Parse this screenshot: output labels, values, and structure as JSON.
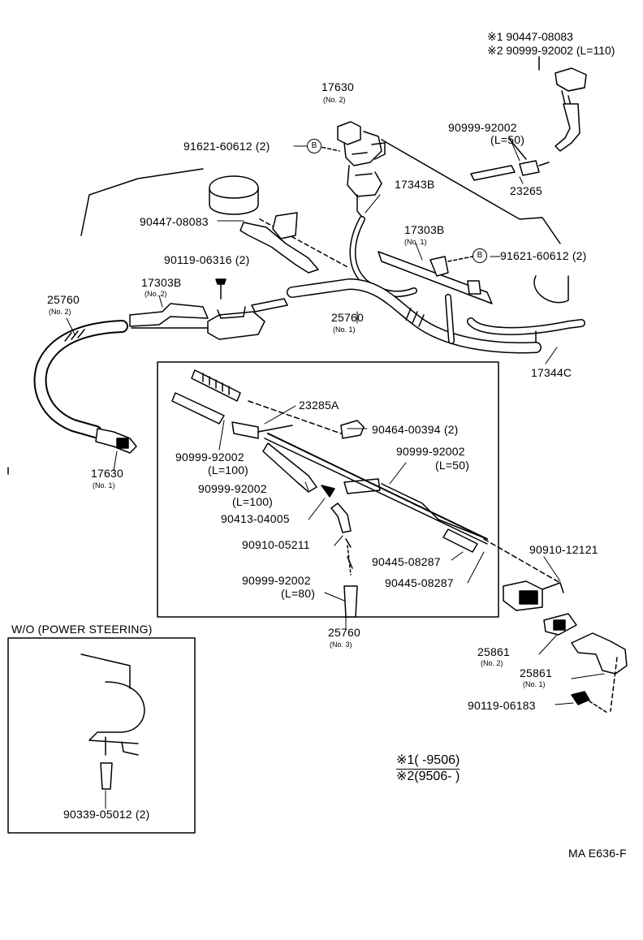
{
  "legend_header": {
    "line1": "※1 90447-08083",
    "line2": "※2 90999-92002 (L=110)"
  },
  "parts": {
    "p17630_top": "17630",
    "p17630_top_sub": "(No. 2)",
    "p91621_left": "91621-60612 (2)",
    "mark_b": "B",
    "p90999_r50": "90999-92002",
    "p90999_r50_len": "(L=50)",
    "p23265": "23265",
    "p90447": "90447-08083",
    "p17343B": "17343B",
    "p17303B_right": "17303B",
    "p17303B_right_sub": "(No. 1)",
    "p91621_right": "91621-60612 (2)",
    "p90119_06316": "90119-06316 (2)",
    "p17303B_left": "17303B",
    "p17303B_left_sub": "(No. 2)",
    "p25760_left": "25760",
    "p25760_left_sub": "(No. 2)",
    "p25760_mid": "25760",
    "p25760_mid_sub": "(No. 1)",
    "p17344C": "17344C",
    "p23285A": "23285A",
    "p90464": "90464-00394 (2)",
    "p90999_100a": "90999-92002",
    "p90999_100a_len": "(L=100)",
    "p90999_50b": "90999-92002",
    "p90999_50b_len": "(L=50)",
    "p17630_bottom": "17630",
    "p17630_bottom_sub": "(No. 1)",
    "p90999_100b": "90999-92002",
    "p90999_100b_len": "(L=100)",
    "p90413": "90413-04005",
    "p90910_05211": "90910-05211",
    "p90910_12121": "90910-12121",
    "p90445_a": "90445-08287",
    "p90445_b": "90445-08287",
    "p90999_80": "90999-92002",
    "p90999_80_len": "(L=80)",
    "p25760_box": "25760",
    "p25760_box_sub": "(No. 3)",
    "p25861_no2": "25861",
    "p25861_no2_sub": "(No. 2)",
    "p25861_no1": "25861",
    "p25861_no1_sub": "(No. 1)",
    "p90119_06183": "90119-06183",
    "p90339": "90339-05012 (2)"
  },
  "inset": {
    "title": "W/O (POWER STEERING)"
  },
  "date_legend": {
    "row1": "※1(      -9506)",
    "row2": "※2(9506-        )"
  },
  "footer": {
    "code": "MA E636-F"
  }
}
